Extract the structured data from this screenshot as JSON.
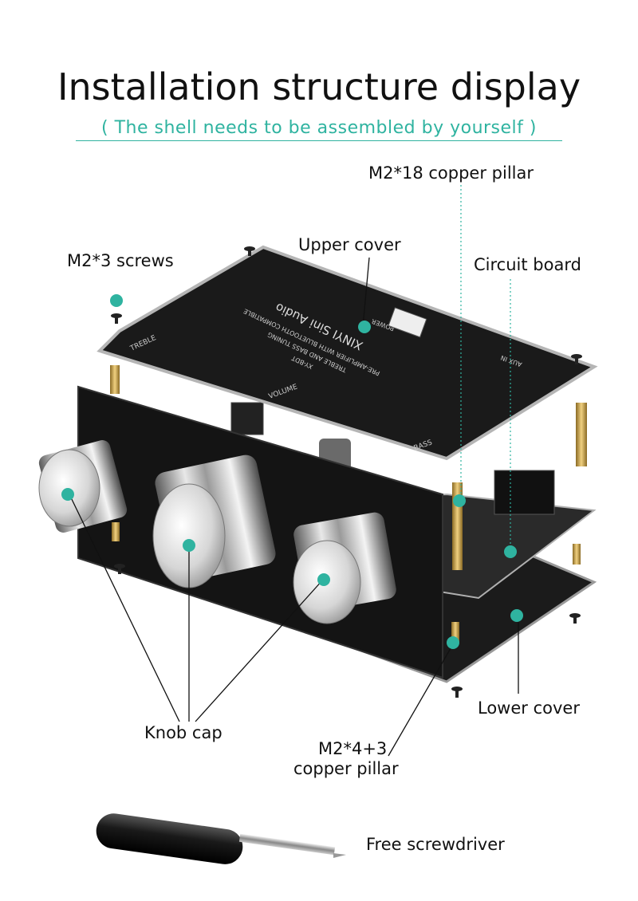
{
  "title": "Installation structure display",
  "subtitle": "( The shell needs to be assembled by yourself )",
  "labels": {
    "copper_pillar_top": "M2*18 copper pillar",
    "screws": "M2*3 screws",
    "upper_cover": "Upper cover",
    "circuit_board": "Circuit board",
    "lower_cover": "Lower cover",
    "knob_cap": "Knob cap",
    "copper_pillar_bottom_1": "M2*4+3",
    "copper_pillar_bottom_2": "copper pillar",
    "screwdriver": "Free screwdriver"
  },
  "board_print": {
    "brand": "XINYI Sini Audio",
    "line1": "PRE-AMPLIFIER WITH BLUETOOTH COMPATIBLE",
    "line2": "TREBLE AND BASS TUNING",
    "model": "XY-BDT",
    "treble": "TREBLE",
    "volume": "VOLUME",
    "bass": "BASS",
    "aux": "AUX IN",
    "power": "POWER"
  },
  "colors": {
    "accent": "#2fb3a0",
    "board": "#1c1c1c",
    "brass": "#c9a24a"
  }
}
